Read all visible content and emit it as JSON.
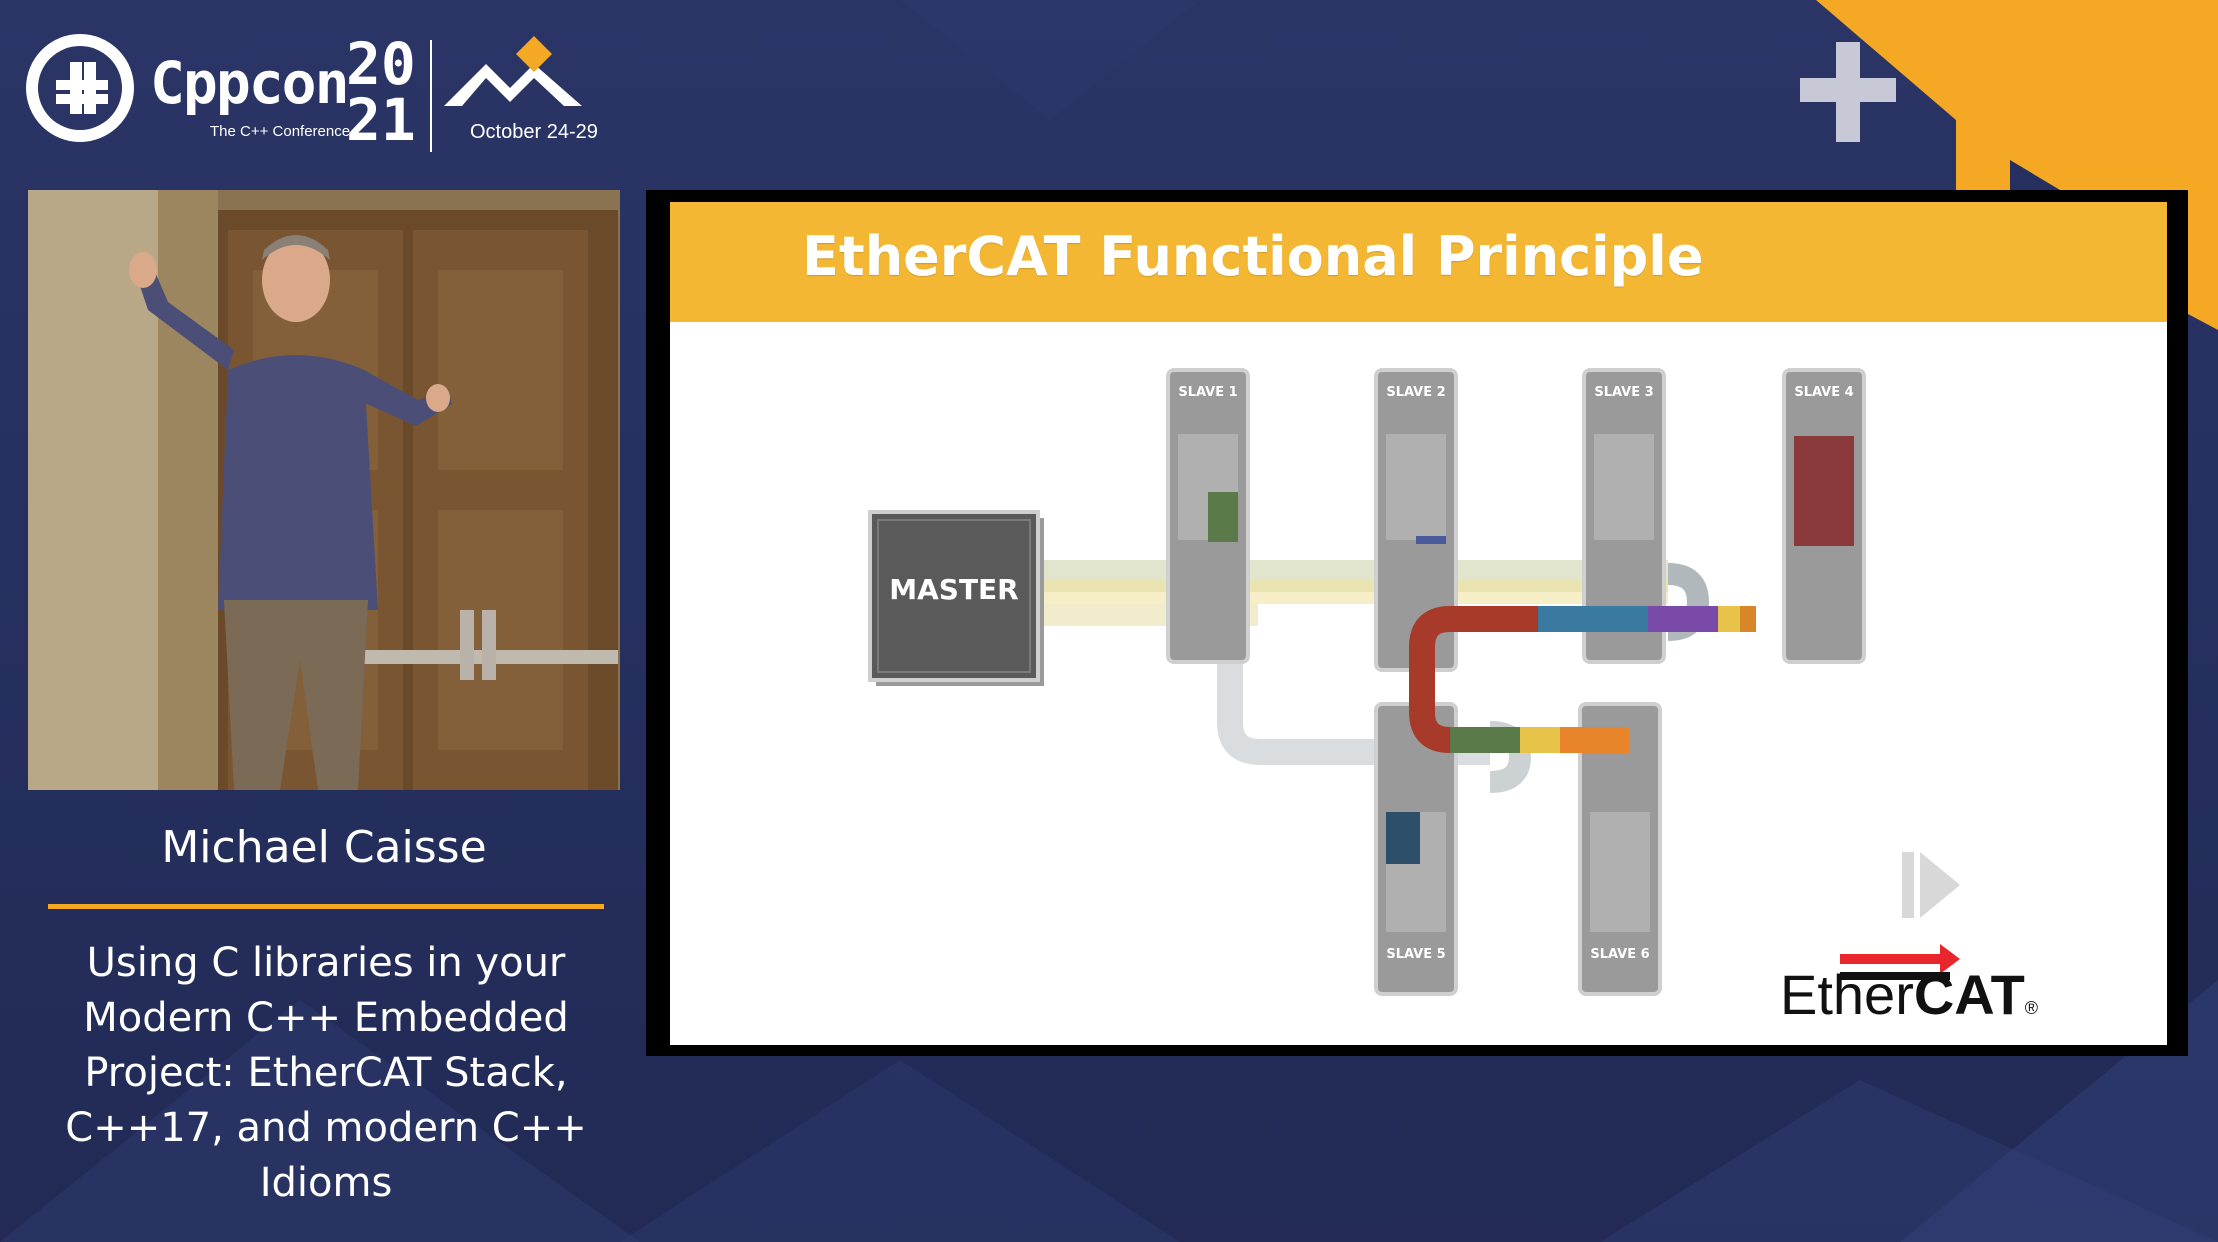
{
  "header": {
    "brand": "Cppcon",
    "brand_tagline": "The C++ Conference",
    "year_top": "20",
    "year_bottom": "21",
    "dates": "October 24-29"
  },
  "speaker": {
    "name": "Michael Caisse"
  },
  "talk": {
    "title": "Using C libraries in your Modern C++ Embedded Project: EtherCAT Stack, C++17, and modern C++ Idioms"
  },
  "slide": {
    "title": "EtherCAT Functional Principle",
    "master_label": "MASTER",
    "slaves": [
      "SLAVE 1",
      "SLAVE 2",
      "SLAVE 3",
      "SLAVE 4",
      "SLAVE 5",
      "SLAVE 6"
    ],
    "logo_prefix": "Ether",
    "logo_suffix": "CAT",
    "logo_mark": "®"
  },
  "colors": {
    "accent": "#f3b733",
    "orange": "#f4a823",
    "background": "#263060"
  },
  "icons": [
    "cppcon-logo-icon",
    "mountains-icon",
    "plus-icon",
    "play-icon"
  ]
}
